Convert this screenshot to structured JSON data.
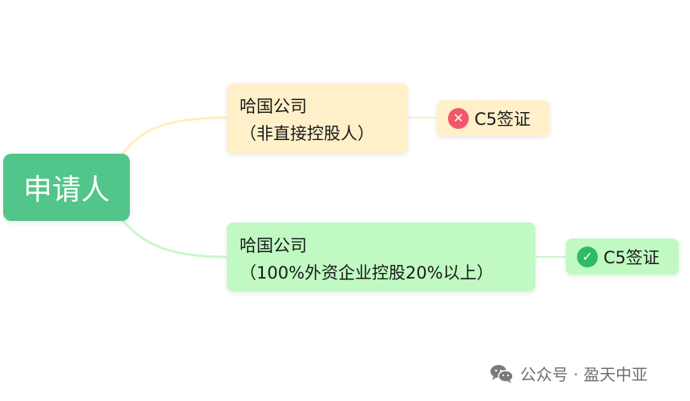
{
  "colors": {
    "root_bg": "#52c58a",
    "branch_yellow": "#fff0c9",
    "branch_green": "#c0f9c2",
    "link_yellow": "#ffeec1",
    "link_green": "#c8f8c7",
    "reject_badge": "#f2566a",
    "approve_badge": "#2fba67",
    "watermark": "#6f6f6f"
  },
  "root": {
    "label": "申请人"
  },
  "branches": [
    {
      "line1": "哈国公司",
      "line2": "（非直接控股人）",
      "result": {
        "icon": "cross-circle-icon",
        "symbol": "✕",
        "label": "C5签证"
      }
    },
    {
      "line1": "哈国公司",
      "line2": "（100%外资企业控股20%以上）",
      "result": {
        "icon": "check-circle-icon",
        "symbol": "✓",
        "label": "C5签证"
      }
    }
  ],
  "watermark": {
    "icon": "wechat-icon",
    "text": "公众号 · 盈天中亚"
  }
}
